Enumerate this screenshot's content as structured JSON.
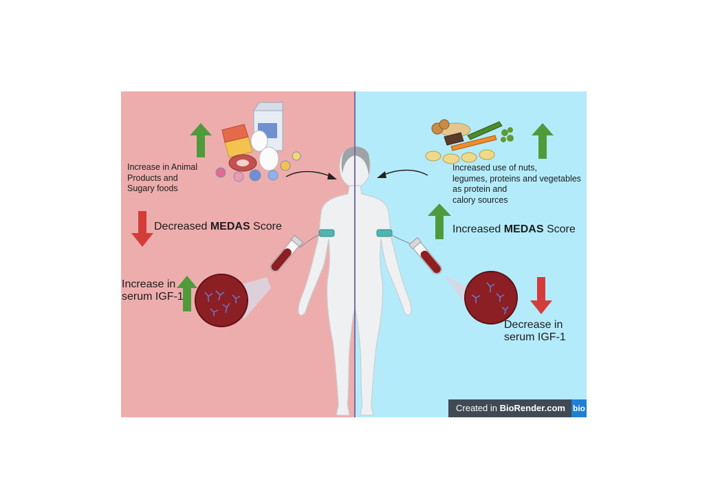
{
  "left": {
    "food_text": "Increase in Animal\nProducts and\nSugary foods",
    "medas_prefix": "Decreased ",
    "medas_bold": "MEDAS",
    "medas_suffix": " Score",
    "igf_text": "Increase in\nserum IGF-1"
  },
  "right": {
    "food_text": "Increased use of nuts,\nlegumes, proteins and vegetables\nas protein and\ncalory sources",
    "medas_prefix": "Increased ",
    "medas_bold": "MEDAS",
    "medas_suffix": " Score",
    "igf_text": "Decrease in\nserum IGF-1"
  },
  "credit": {
    "prefix": "Created in ",
    "brand": "BioRender.com",
    "logo": "bio"
  },
  "colors": {
    "left_background": "#eeadad",
    "right_background": "#b4ebfb",
    "up_arrow": "#4f9b3c",
    "down_arrow": "#d43c3a",
    "blood_cell": "#8c1f24",
    "divider": "#7b6aa4"
  },
  "icons": [
    "animal-foods-icon",
    "plant-foods-icon",
    "human-figure-icon",
    "blood-tube-icon",
    "blood-drop-icon"
  ]
}
